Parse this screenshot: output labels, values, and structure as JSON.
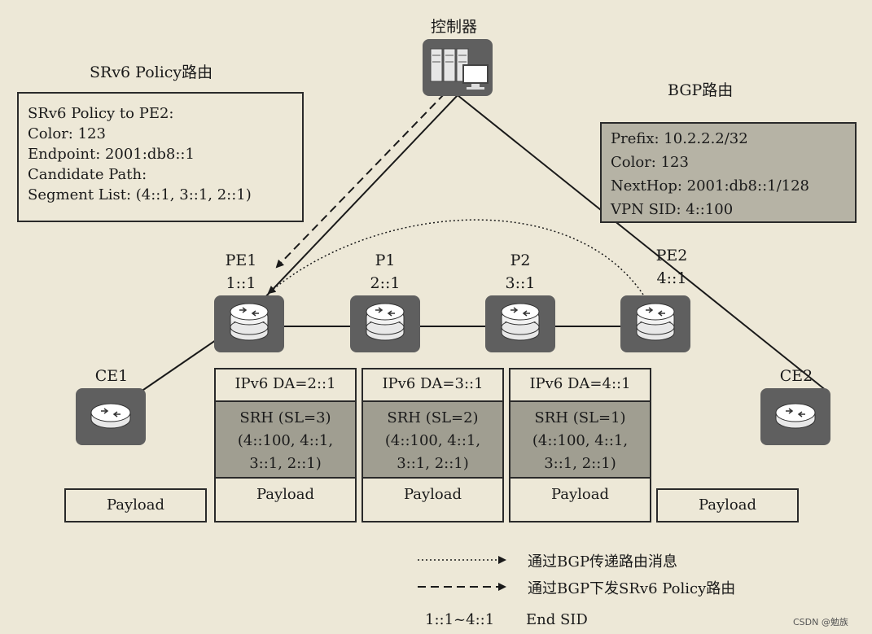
{
  "controller": {
    "label": "控制器"
  },
  "srv6_policy": {
    "title": "SRv6 Policy路由",
    "lines": [
      "SRv6 Policy to PE2:",
      "Color: 123",
      "Endpoint: 2001:db8::1",
      "Candidate Path:",
      "Segment List: (4::1, 3::1, 2::1)"
    ]
  },
  "bgp_route": {
    "title": "BGP路由",
    "lines": [
      "Prefix: 10.2.2.2/32",
      "Color: 123",
      "NextHop: 2001:db8::1/128",
      "VPN SID: 4::100"
    ]
  },
  "nodes": {
    "pe1": {
      "name": "PE1",
      "sid": "1::1"
    },
    "p1": {
      "name": "P1",
      "sid": "2::1"
    },
    "p2": {
      "name": "P2",
      "sid": "3::1"
    },
    "pe2": {
      "name": "PE2",
      "sid": "4::1"
    },
    "ce1": {
      "name": "CE1"
    },
    "ce2": {
      "name": "CE2"
    }
  },
  "packets": [
    {
      "da": "IPv6 DA=2::1",
      "srh": "SRH (SL=3)",
      "list1": "(4::100, 4::1,",
      "list2": "3::1, 2::1)",
      "payload": "Payload"
    },
    {
      "da": "IPv6 DA=3::1",
      "srh": "SRH (SL=2)",
      "list1": "(4::100, 4::1,",
      "list2": "3::1, 2::1)",
      "payload": "Payload"
    },
    {
      "da": "IPv6 DA=4::1",
      "srh": "SRH (SL=1)",
      "list1": "(4::100, 4::1,",
      "list2": "3::1, 2::1)",
      "payload": "Payload"
    }
  ],
  "payload_ce1": "Payload",
  "payload_ce2": "Payload",
  "legend": {
    "dotted": "通过BGP传递路由消息",
    "dashed": "通过BGP下发SRv6 Policy路由",
    "sid_range": "1::1~4::1",
    "sid_label": "End SID"
  },
  "watermark": "CSDN @勉族",
  "colors": {
    "background": "#ede8d7",
    "node": "#5f5f5f",
    "srh_fill": "#a09e91",
    "bgp_box_fill": "#b6b3a5"
  }
}
